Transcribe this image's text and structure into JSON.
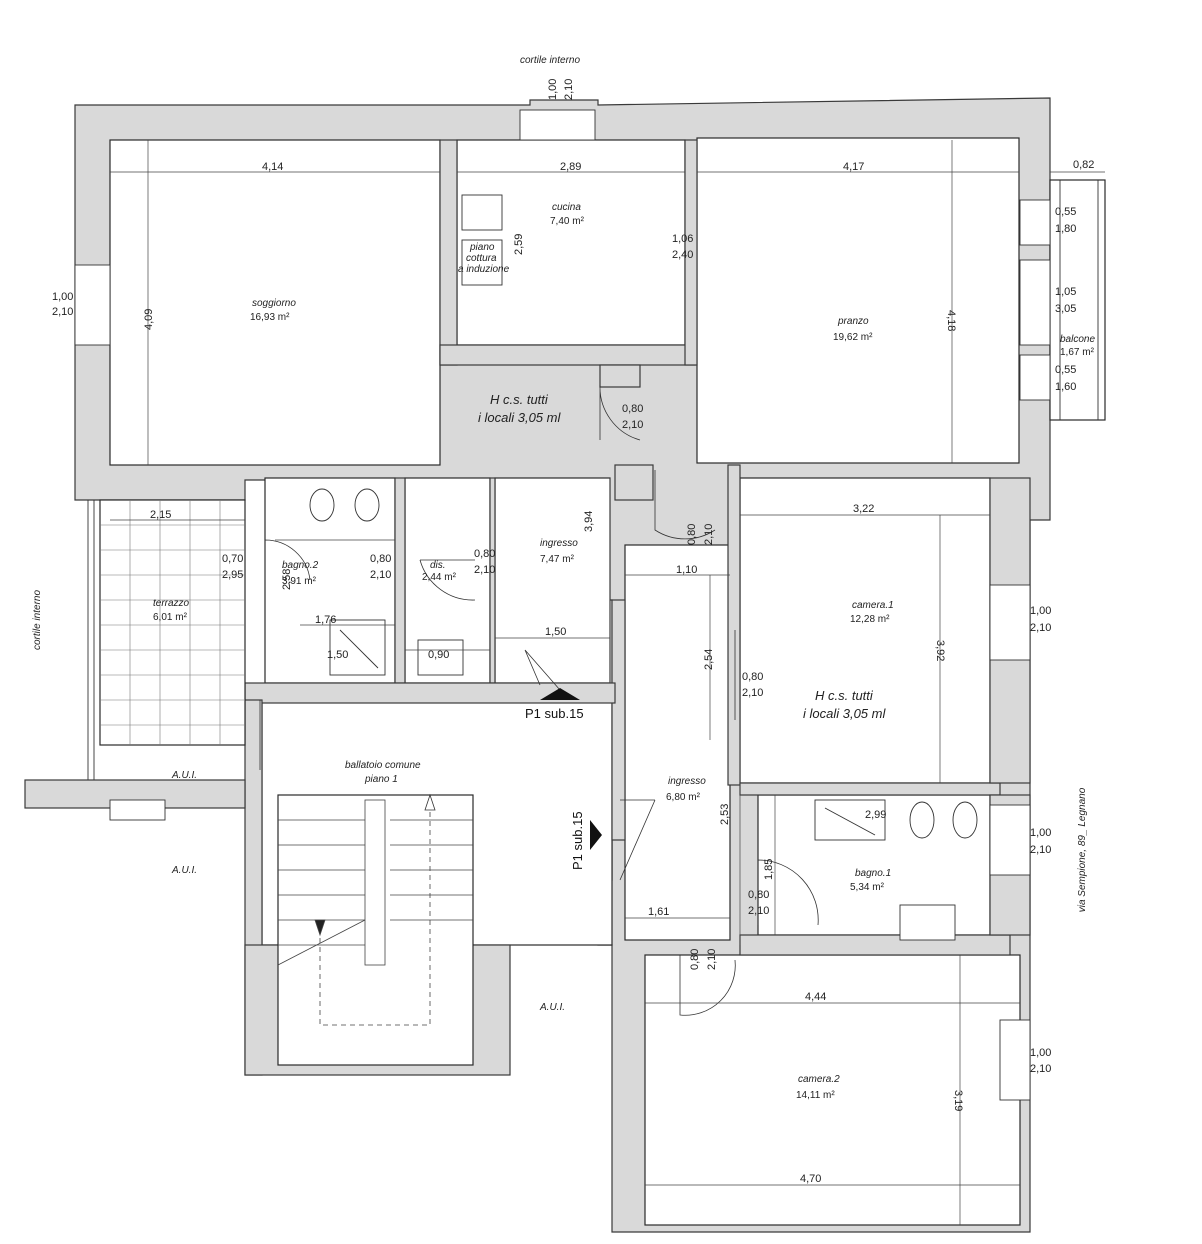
{
  "labels": {
    "cortile_top": "cortile interno",
    "cortile_left": "cortile interno",
    "via": "via Sempione, 89_ Legnano",
    "hcs_1_line1": "H c.s. tutti",
    "hcs_1_line2": "i locali 3,05 ml",
    "hcs_2_line1": "H c.s. tutti",
    "hcs_2_line2": "i locali 3,05 ml",
    "aui_1": "A.U.I.",
    "aui_2": "A.U.I.",
    "aui_3": "A.U.I.",
    "p1_top": "P1 sub.15",
    "p1_side": "P1 sub.15",
    "ballatoio_1": "ballatoio comune",
    "ballatoio_2": "piano 1",
    "piano_cottura_1": "piano",
    "piano_cottura_2": "cottura",
    "piano_cottura_3": "a induzione"
  },
  "rooms": {
    "soggiorno": {
      "name": "soggiorno",
      "area": "16,93 m²"
    },
    "cucina": {
      "name": "cucina",
      "area": "7,40 m²"
    },
    "pranzo": {
      "name": "pranzo",
      "area": "19,62 m²"
    },
    "balcone": {
      "name": "balcone",
      "area": "1,67 m²"
    },
    "terrazzo": {
      "name": "terrazzo",
      "area": "6,01 m²"
    },
    "bagno2": {
      "name": "bagno.2",
      "area": "3,91 m²"
    },
    "dis": {
      "name": "dis.",
      "area": "2,44 m²"
    },
    "ingresso1": {
      "name": "ingresso",
      "area": "7,47 m²"
    },
    "camera1": {
      "name": "camera.1",
      "area": "12,28 m²"
    },
    "ingresso2": {
      "name": "ingresso",
      "area": "6,80 m²"
    },
    "bagno1": {
      "name": "bagno.1",
      "area": "5,34 m²"
    },
    "camera2": {
      "name": "camera.2",
      "area": "14,11 m²"
    }
  },
  "dims": {
    "w_top_a": "1,00",
    "w_top_b": "2,10",
    "soggiorno_w": "4,14",
    "soggiorno_h": "4,09",
    "sog_win_a": "1,00",
    "sog_win_b": "2,10",
    "cucina_w": "2,89",
    "cucina_h": "2,59",
    "cuc_d_a": "1,06",
    "cuc_d_b": "2,40",
    "pranzo_w": "4,17",
    "pranzo_h": "4,18",
    "balc_w": "0,82",
    "pr_w1_a": "0,55",
    "pr_w1_b": "1,80",
    "pr_w2_a": "1,05",
    "pr_w2_b": "3,05",
    "pr_w3_a": "0,55",
    "pr_w3_b": "1,60",
    "d1_a": "0,80",
    "d1_b": "2,10",
    "terr_w": "2,15",
    "terr_d_a": "0,70",
    "terr_d_b": "2,95",
    "bg2_h": "2,58",
    "bg2_d_a": "0,80",
    "bg2_d_b": "2,10",
    "bg2_w": "1,76",
    "bg2_s": "1,50",
    "dis_d_a": "0,80",
    "dis_d_b": "2,10",
    "dis_s": "0,90",
    "ing1_h": "3,94",
    "ing1_w": "1,50",
    "ing_d_a": "0,80",
    "ing_d_b": "2,10",
    "ing2_w": "1,10",
    "ing2_h": "2,54",
    "cam1_w": "3,22",
    "cam1_h": "3,92",
    "cam1_d_a": "0,80",
    "cam1_d_b": "2,10",
    "cam1_win_a": "1,00",
    "cam1_win_b": "2,10",
    "ing2_h2": "2,53",
    "ing2_w2": "1,61",
    "bg1_h": "1,85",
    "bg1_s": "2,99",
    "bg1_d_a": "0,80",
    "bg1_d_b": "2,10",
    "bg1_win_a": "1,00",
    "bg1_win_b": "2,10",
    "cam2_d_a": "0,80",
    "cam2_d_b": "2,10",
    "cam2_w": "4,44",
    "cam2_w2": "4,70",
    "cam2_h": "3,19",
    "cam2_win_a": "1,00",
    "cam2_win_b": "2,10"
  }
}
